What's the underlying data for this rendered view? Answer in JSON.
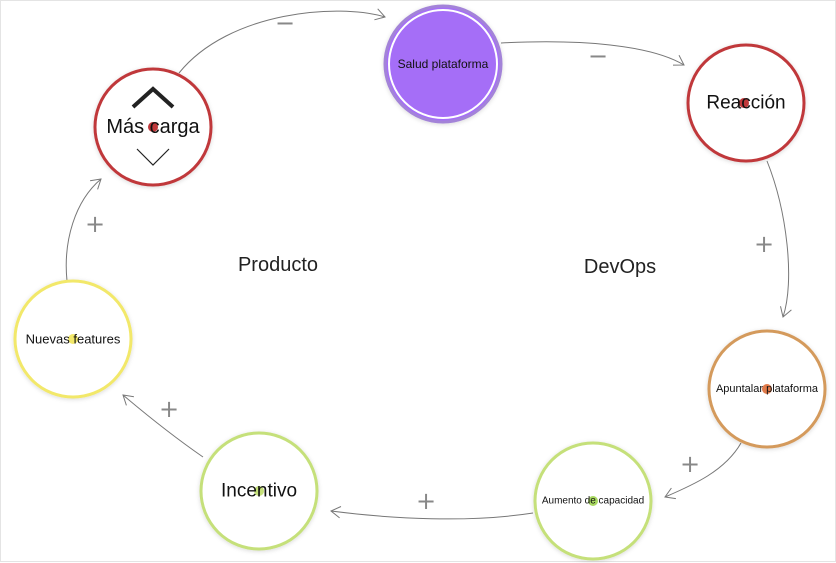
{
  "diagram": {
    "groups": [
      {
        "id": "producto",
        "label": "Producto"
      },
      {
        "id": "devops",
        "label": "DevOps"
      }
    ],
    "nodes": [
      {
        "id": "mas-carga",
        "label": "Más carga",
        "color": "#c0393b",
        "fill": "#ffffff",
        "dot_color": "#c0393b",
        "has_arrows": true
      },
      {
        "id": "salud-plataforma",
        "label": "Salud plataforma",
        "color": "#a383d8",
        "fill": "#a56ef7",
        "dot_color": "",
        "has_arrows": false
      },
      {
        "id": "reaccion",
        "label": "Reacción",
        "color": "#c0393b",
        "fill": "#ffffff",
        "dot_color": "#c0393b",
        "has_arrows": false
      },
      {
        "id": "apuntalar-plataforma",
        "label": "Apuntalar plataforma",
        "color": "#d49a5c",
        "fill": "#ffffff",
        "dot_color": "#e07a4a",
        "has_arrows": false
      },
      {
        "id": "aumento-capacidad",
        "label": "Aumento de capacidad",
        "color": "#c5e07a",
        "fill": "#ffffff",
        "dot_color": "#a8d860",
        "has_arrows": false
      },
      {
        "id": "incentivo",
        "label": "Incentivo",
        "color": "#c5e07a",
        "fill": "#ffffff",
        "dot_color": "#c5e07a",
        "has_arrows": false
      },
      {
        "id": "nuevas-features",
        "label": "Nuevas features",
        "color": "#f2e86a",
        "fill": "#ffffff",
        "dot_color": "#f2e86a",
        "has_arrows": false
      }
    ],
    "edges": [
      {
        "from": "mas-carga",
        "to": "salud-plataforma",
        "sign": "−"
      },
      {
        "from": "salud-plataforma",
        "to": "reaccion",
        "sign": "−"
      },
      {
        "from": "reaccion",
        "to": "apuntalar-plataforma",
        "sign": "+"
      },
      {
        "from": "apuntalar-plataforma",
        "to": "aumento-capacidad",
        "sign": "+"
      },
      {
        "from": "aumento-capacidad",
        "to": "incentivo",
        "sign": "+"
      },
      {
        "from": "incentivo",
        "to": "nuevas-features",
        "sign": "+"
      },
      {
        "from": "nuevas-features",
        "to": "mas-carga",
        "sign": "+"
      }
    ]
  }
}
